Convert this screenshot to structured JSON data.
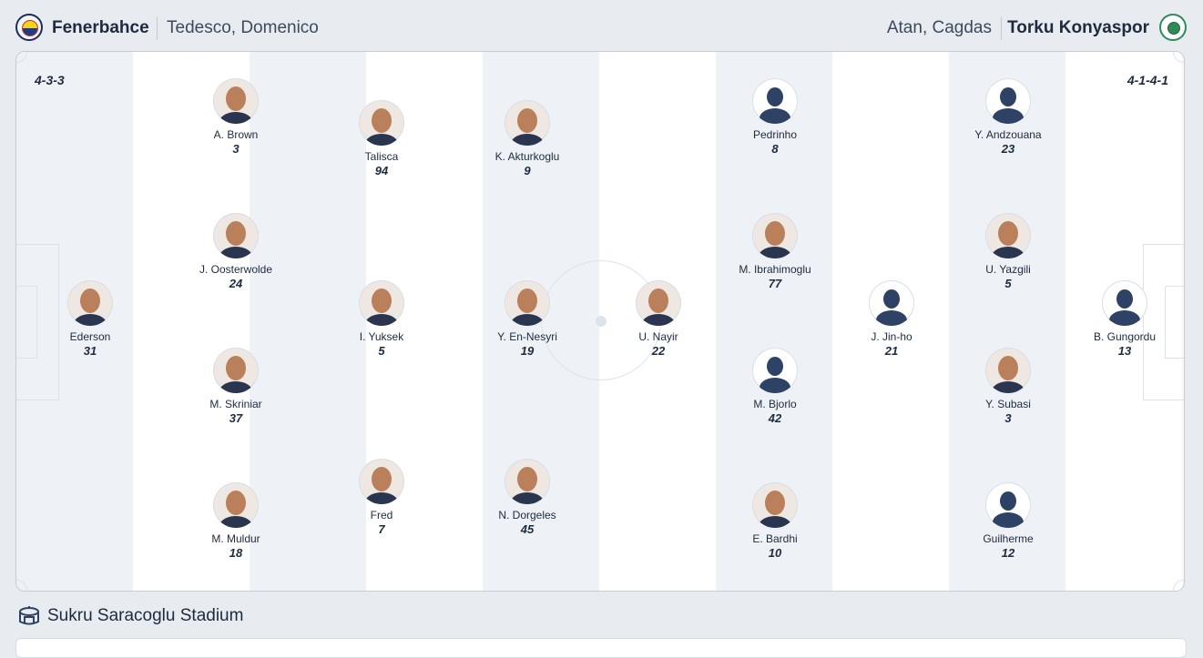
{
  "home": {
    "team": "Fenerbahce",
    "coach": "Tedesco, Domenico",
    "formation": "4-3-3",
    "crest_icon": "fenerbahce-crest",
    "colors": {
      "primary": "#1d3a8f",
      "secondary": "#f6d21b"
    },
    "players": [
      {
        "name": "Ederson",
        "number": "31",
        "avatar": "photo"
      },
      {
        "name": "A. Brown",
        "number": "3",
        "avatar": "photo"
      },
      {
        "name": "J. Oosterwolde",
        "number": "24",
        "avatar": "photo"
      },
      {
        "name": "M. Skriniar",
        "number": "37",
        "avatar": "photo"
      },
      {
        "name": "M. Muldur",
        "number": "18",
        "avatar": "photo"
      },
      {
        "name": "Talisca",
        "number": "94",
        "avatar": "photo"
      },
      {
        "name": "I. Yuksek",
        "number": "5",
        "avatar": "photo"
      },
      {
        "name": "Fred",
        "number": "7",
        "avatar": "photo"
      },
      {
        "name": "K. Akturkoglu",
        "number": "9",
        "avatar": "photo"
      },
      {
        "name": "Y. En-Nesyri",
        "number": "19",
        "avatar": "photo"
      },
      {
        "name": "N. Dorgeles",
        "number": "45",
        "avatar": "photo"
      }
    ]
  },
  "away": {
    "team": "Torku Konyaspor",
    "coach": "Atan, Cagdas",
    "formation": "4-1-4-1",
    "crest_icon": "konyaspor-crest",
    "colors": {
      "primary": "#2e8b57",
      "secondary": "#ffffff"
    },
    "players": [
      {
        "name": "U. Nayir",
        "number": "22",
        "avatar": "photo"
      },
      {
        "name": "Pedrinho",
        "number": "8",
        "avatar": "silhouette"
      },
      {
        "name": "M. Ibrahimoglu",
        "number": "77",
        "avatar": "photo"
      },
      {
        "name": "M. Bjorlo",
        "number": "42",
        "avatar": "silhouette"
      },
      {
        "name": "E. Bardhi",
        "number": "10",
        "avatar": "photo"
      },
      {
        "name": "J. Jin-ho",
        "number": "21",
        "avatar": "silhouette"
      },
      {
        "name": "Y. Andzouana",
        "number": "23",
        "avatar": "silhouette"
      },
      {
        "name": "U. Yazgili",
        "number": "5",
        "avatar": "photo"
      },
      {
        "name": "Y. Subasi",
        "number": "3",
        "avatar": "photo"
      },
      {
        "name": "Guilherme",
        "number": "12",
        "avatar": "silhouette"
      },
      {
        "name": "B. Gungordu",
        "number": "13",
        "avatar": "silhouette"
      }
    ]
  },
  "venue": {
    "icon": "stadium-icon",
    "name": "Sukru Saracoglu Stadium"
  }
}
